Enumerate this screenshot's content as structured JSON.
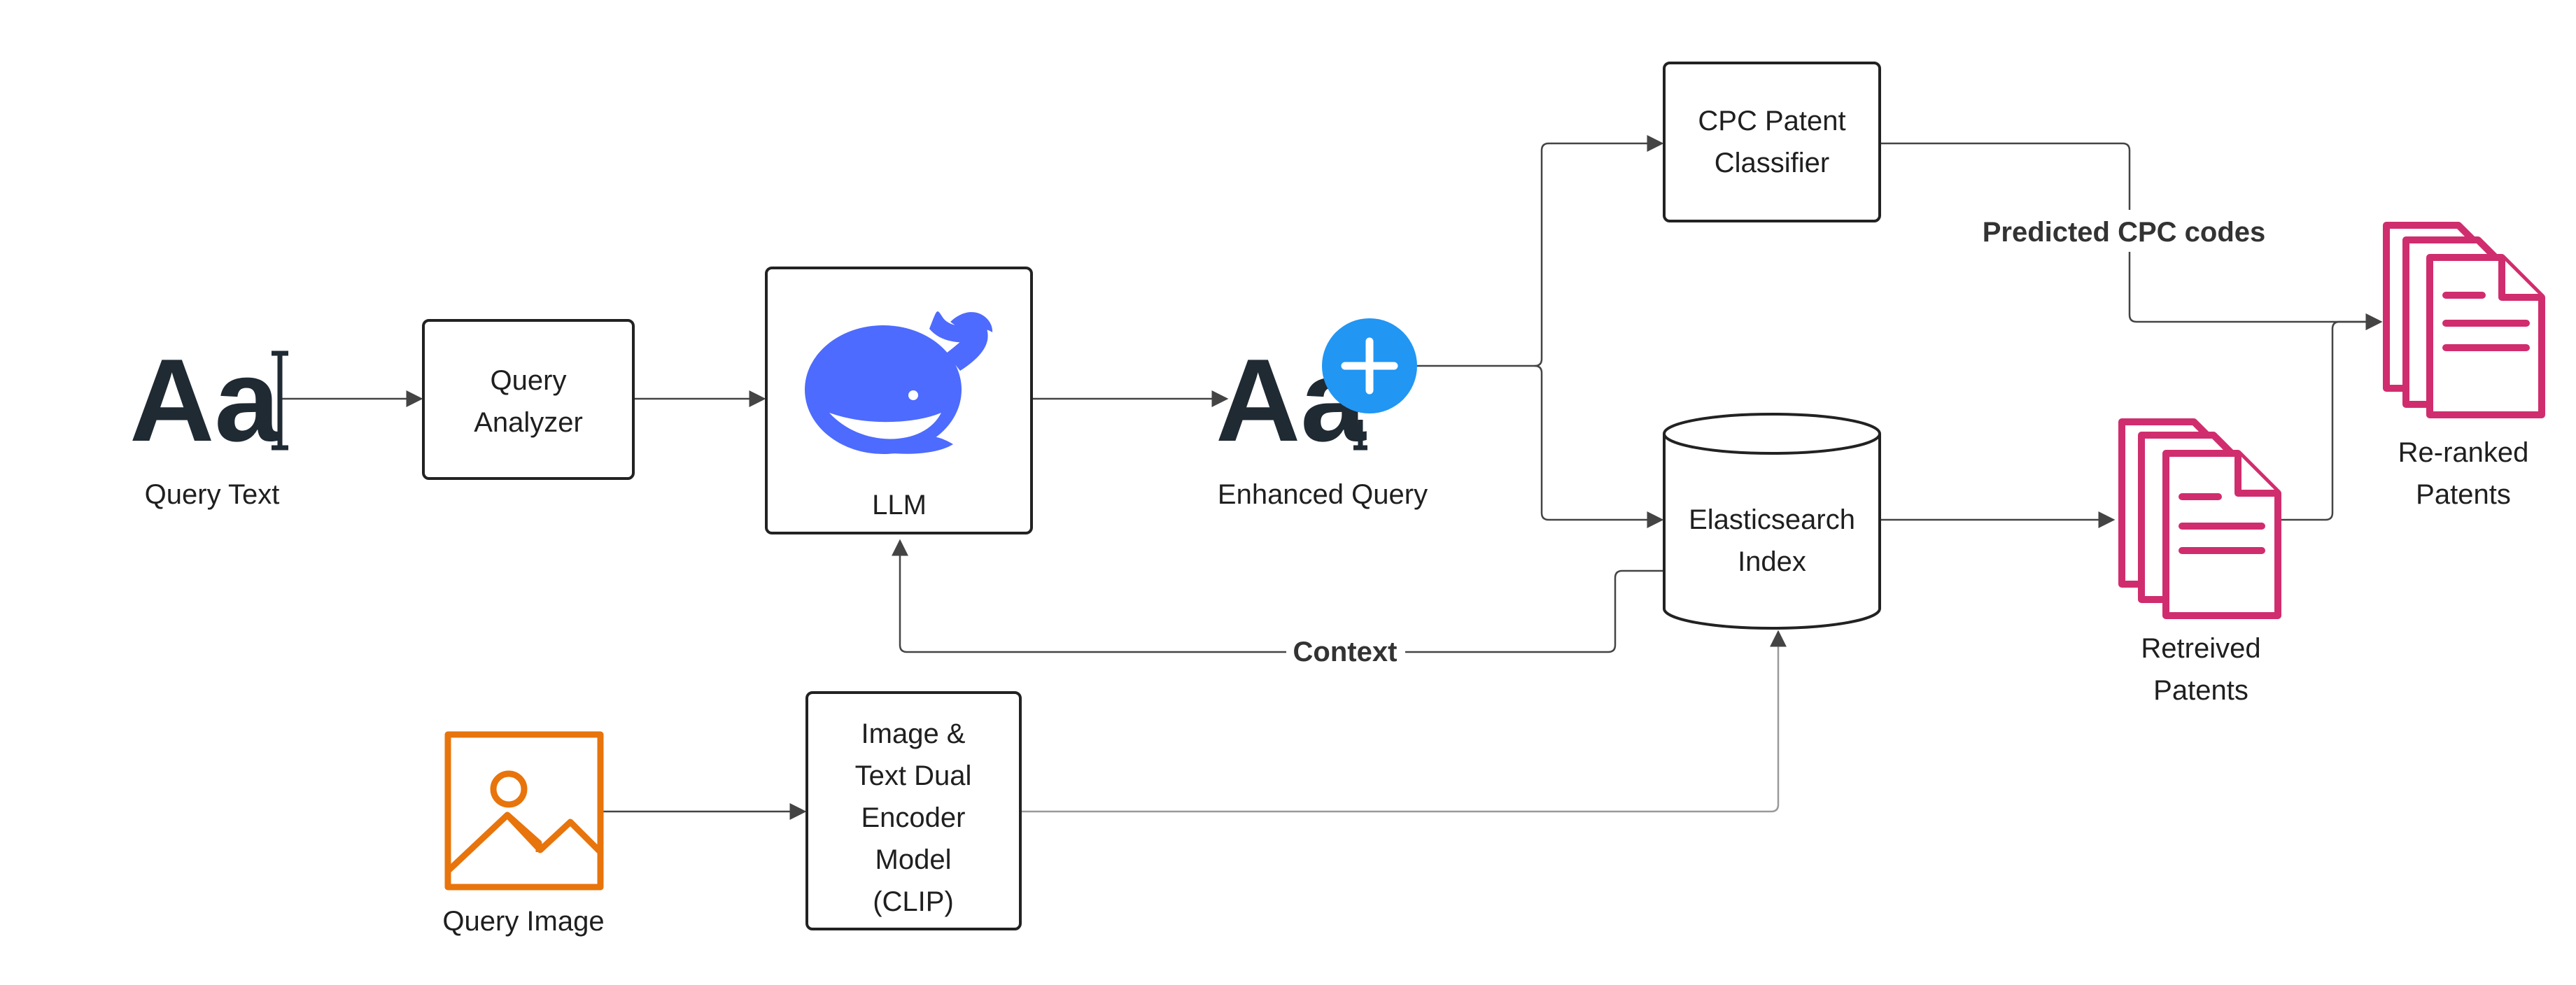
{
  "nodes": {
    "query_text": {
      "label": "Query Text",
      "glyph": "Aa"
    },
    "query_analyzer": {
      "line1": "Query",
      "line2": "Analyzer"
    },
    "llm": {
      "label": "LLM"
    },
    "enhanced_query": {
      "label": "Enhanced Query",
      "glyph": "Aa"
    },
    "cpc_classifier": {
      "line1": "CPC Patent",
      "line2": "Classifier"
    },
    "elasticsearch": {
      "line1": "Elasticsearch",
      "line2": "Index"
    },
    "query_image": {
      "label": "Query Image"
    },
    "clip_model": {
      "line1": "Image &",
      "line2": "Text Dual",
      "line3": "Encoder",
      "line4": "Model",
      "line5": "(CLIP)"
    },
    "retrieved": {
      "line1": "Retreived",
      "line2": "Patents"
    },
    "reranked": {
      "line1": "Re-ranked",
      "line2": "Patents"
    }
  },
  "edges": {
    "predicted_cpc": "Predicted CPC codes",
    "context": "Context"
  },
  "colors": {
    "llm_logo": "#4D6BFE",
    "plus_badge": "#2196F3",
    "document_icon": "#D02D6E",
    "image_icon": "#E8740C"
  },
  "icons": [
    "text-glyph-icon",
    "whale-logo-icon",
    "plus-badge-icon",
    "image-icon",
    "document-stack-icon"
  ]
}
